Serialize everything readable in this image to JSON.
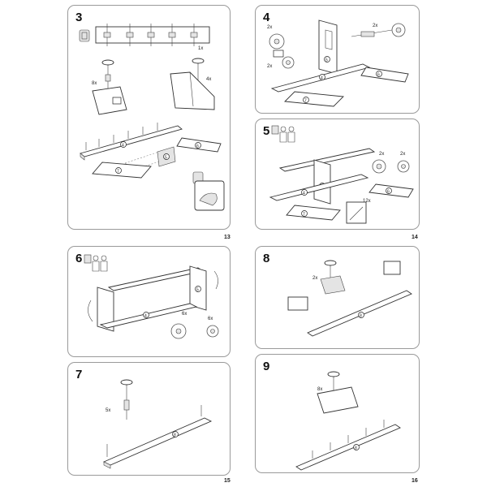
{
  "steps": [
    {
      "number": "3",
      "qty": [
        "1x",
        "8x",
        "4x"
      ],
      "parts": [
        "4",
        "5",
        "6",
        "7"
      ]
    },
    {
      "number": "4",
      "qty": [
        "2x",
        "2x",
        "2x"
      ],
      "parts": [
        "5",
        "4",
        "6",
        "7"
      ]
    },
    {
      "number": "5",
      "qty": [
        "2x",
        "2x",
        "12x"
      ],
      "parts": [
        "5",
        "4",
        "6",
        "7"
      ]
    },
    {
      "number": "6",
      "qty": [
        "6x",
        "6x"
      ],
      "parts": [
        "5",
        "4"
      ]
    },
    {
      "number": "7",
      "qty": [
        "5x"
      ],
      "parts": [
        "8"
      ]
    },
    {
      "number": "8",
      "qty": [
        "2x"
      ],
      "parts": [
        "8"
      ]
    },
    {
      "number": "9",
      "qty": [
        "8x"
      ],
      "parts": [
        "8"
      ]
    }
  ],
  "page_numbers": [
    "13",
    "14",
    "15",
    "16"
  ],
  "icons": {
    "people": "two-persons-icon",
    "hint": "hint-icon",
    "hand": "hand-press-icon"
  }
}
